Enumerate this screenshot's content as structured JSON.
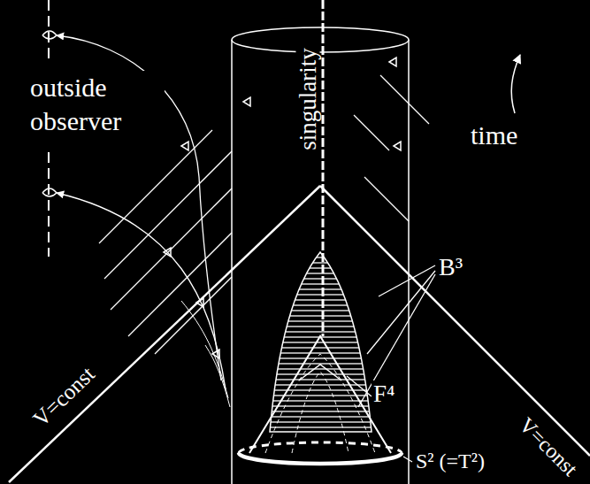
{
  "diagram": {
    "labels": [
      "outside observer",
      "singularity",
      "time",
      "B³",
      "F⁴",
      "V=const",
      "V=const",
      "S² (=T²)"
    ]
  }
}
